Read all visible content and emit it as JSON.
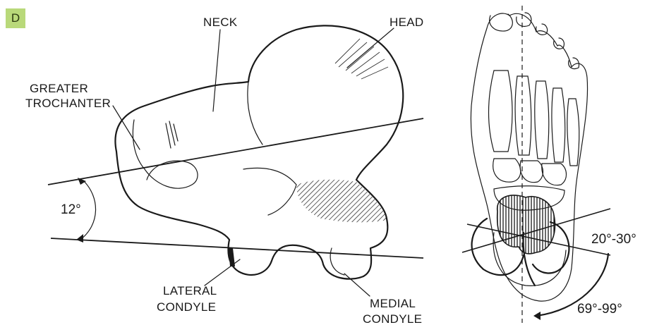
{
  "panel_letter": "D",
  "femur": {
    "labels": {
      "neck": "NECK",
      "head": "HEAD",
      "greater_trochanter_line1": "GREATER",
      "greater_trochanter_line2": "TROCHANTER",
      "lateral_condyle_line1": "LATERAL",
      "lateral_condyle_line2": "CONDYLE",
      "medial_condyle_line1": "MEDIAL",
      "medial_condyle_line2": "CONDYLE"
    },
    "angle": "12°"
  },
  "foot": {
    "angle_small": "20°-30°",
    "angle_large": "69°-99°"
  },
  "colors": {
    "badge_bg": "#b9d97a",
    "ink": "#1a1a1a"
  }
}
